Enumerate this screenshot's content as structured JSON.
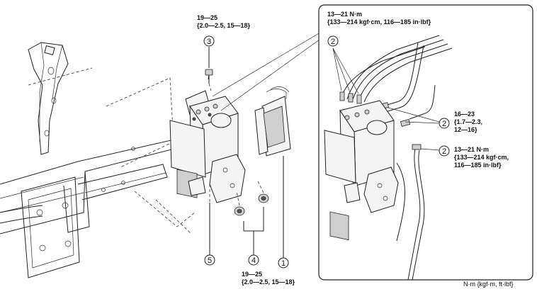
{
  "torque_labels": {
    "bolt_top": {
      "line1": "19—25",
      "line2": "{2.0—2.5, 15—18}"
    },
    "nuts_bottom": {
      "line1": "19—25",
      "line2": "{2.0—2.5, 15—18}"
    },
    "brake_pipes_top": {
      "line1": "13—21 N·m",
      "line2": "{133—214 kgf·cm, 116—185 in·lbf}"
    },
    "brake_pipes_right": {
      "line1": "16—23",
      "line2": "{1.7—2.3,",
      "line3": "12—16}"
    },
    "brake_pipe_lower": {
      "line1": "13—21 N·m",
      "line2": "{133—214 kgf·cm,",
      "line3": "116—185 in·lbf}"
    }
  },
  "callouts": {
    "c1": "1",
    "c2a": "2",
    "c2b": "2",
    "c2c": "2",
    "c3": "3",
    "c4": "4",
    "c5": "5"
  },
  "units_note": "N·m {kgf·m, ft·lbf}"
}
